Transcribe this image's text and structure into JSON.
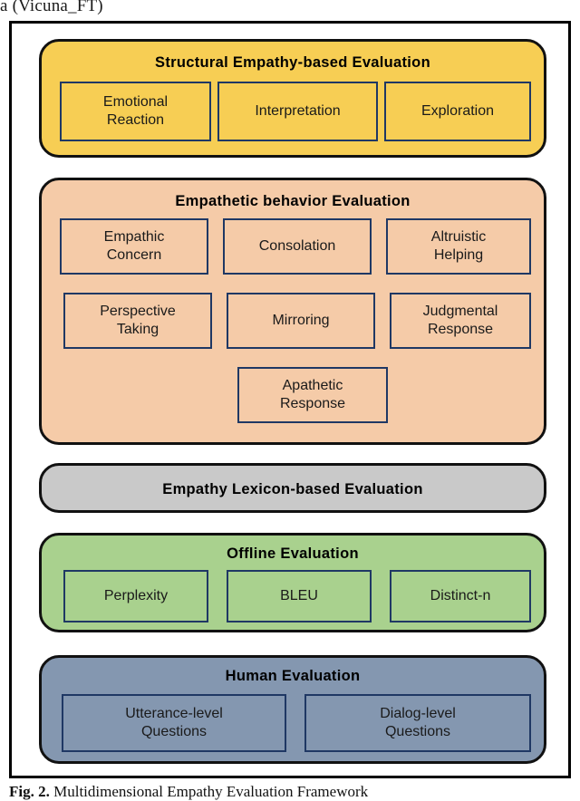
{
  "page": {
    "top_fragment": "a (Vicuna_FT)",
    "caption_label": "Fig. 2.",
    "caption_text": " Multidimensional Empathy Evaluation Framework"
  },
  "colors": {
    "structural": "#F7CE54",
    "empathetic": "#F5CBA8",
    "lexicon": "#C9C9C9",
    "offline": "#A9D18E",
    "human": "#8497B0",
    "subbox_border": "#1F3864",
    "panel_border": "#111111",
    "frame_border": "#000000"
  },
  "framework": {
    "panels": [
      {
        "id": "structural",
        "title": "Structural Empathy-based Evaluation",
        "items": [
          {
            "label": "Emotional\nReaction"
          },
          {
            "label": "Interpretation"
          },
          {
            "label": "Exploration"
          }
        ]
      },
      {
        "id": "empathetic",
        "title": "Empathetic behavior Evaluation",
        "items": [
          {
            "label": "Empathic\nConcern"
          },
          {
            "label": "Consolation"
          },
          {
            "label": "Altruistic\nHelping"
          },
          {
            "label": "Perspective\nTaking"
          },
          {
            "label": "Mirroring"
          },
          {
            "label": "Judgmental\nResponse"
          },
          {
            "label": "Apathetic\nResponse"
          }
        ]
      },
      {
        "id": "lexicon",
        "title": "Empathy Lexicon-based Evaluation",
        "items": []
      },
      {
        "id": "offline",
        "title": "Offline Evaluation",
        "items": [
          {
            "label": "Perplexity"
          },
          {
            "label": "BLEU"
          },
          {
            "label": "Distinct-n"
          }
        ]
      },
      {
        "id": "human",
        "title": "Human Evaluation",
        "items": [
          {
            "label": "Utterance-level\nQuestions"
          },
          {
            "label": "Dialog-level\nQuestions"
          }
        ]
      }
    ]
  }
}
